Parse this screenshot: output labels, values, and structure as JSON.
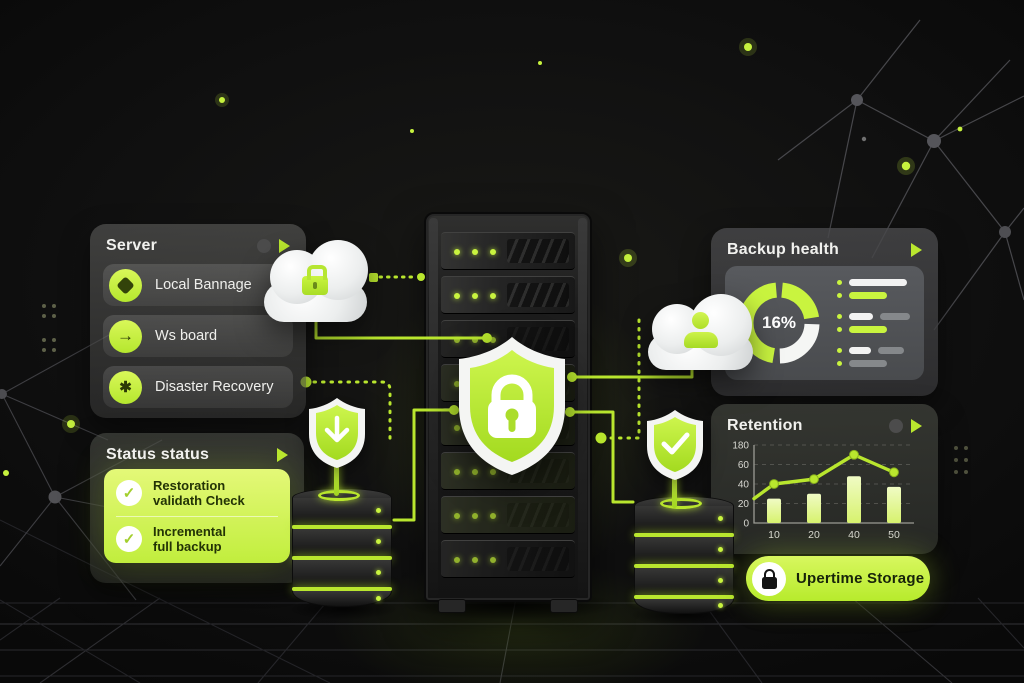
{
  "panels": {
    "server": {
      "title": "Server",
      "items": [
        {
          "icon": "diamond",
          "label": "Local Bannage"
        },
        {
          "icon": "arrow-right",
          "label": "Ws board"
        },
        {
          "icon": "asterisk",
          "label": "Disaster Recovery"
        }
      ]
    },
    "status": {
      "title": "Status status",
      "items": [
        {
          "line1": "Restoration",
          "line2": "validath Check"
        },
        {
          "line1": "Incremental",
          "line2": "full backup"
        }
      ]
    },
    "backup_health": {
      "title": "Backup health"
    },
    "retention": {
      "title": "Retention"
    },
    "storage": {
      "label": "Upertime Storage"
    }
  },
  "chart_data": [
    {
      "type": "pie",
      "title": "Backup health",
      "center_label": "16%",
      "legend_position": "right",
      "gap_percent": 3,
      "slices": [
        {
          "name": "green-top-right",
          "value": 24,
          "color": "#c9f43f"
        },
        {
          "name": "white-bottom-right",
          "value": 27,
          "color": "#f5f6f4"
        },
        {
          "name": "green-left",
          "value": 49,
          "color": "#c9f43f"
        }
      ]
    },
    {
      "type": "bar+line",
      "title": "Retention",
      "categories": [
        "10",
        "20",
        "40",
        "50"
      ],
      "ytick_labels": [
        "180",
        "60",
        "40",
        "20",
        "0"
      ],
      "ytick_values": [
        80,
        60,
        40,
        20,
        0
      ],
      "ylim": [
        0,
        80
      ],
      "grid": "dashed",
      "bar_values": [
        25,
        30,
        48,
        37
      ],
      "line": {
        "t": [
          0,
          0.125,
          0.375,
          0.625,
          0.875
        ],
        "y": [
          25,
          40,
          45,
          70,
          52
        ],
        "dots_from": 1
      }
    }
  ],
  "backup_legend": {
    "rows": [
      {
        "bars": [
          {
            "color": "white",
            "w": 58
          }
        ],
        "gap": false
      },
      {
        "bars": [
          {
            "color": "accent",
            "w": 38
          }
        ],
        "gap": false
      },
      {
        "bars": [
          {
            "color": "white",
            "w": 24
          },
          {
            "color": "gray",
            "w": 30
          }
        ],
        "gap": true
      },
      {
        "bars": [
          {
            "color": "accent",
            "w": 38
          }
        ],
        "gap": false
      },
      {
        "bars": [
          {
            "color": "white",
            "w": 22
          },
          {
            "color": "gray",
            "w": 26
          }
        ],
        "gap": true
      },
      {
        "bars": [
          {
            "color": "gray",
            "w": 38
          }
        ],
        "gap": false
      }
    ]
  },
  "rack": {
    "slot_count": 8,
    "leds_per_slot": 3
  },
  "colors": {
    "accent": "#c9f43f",
    "accent_line": "#b9e62e",
    "bar_fill": "#e2f795",
    "white": "#f2f2f2",
    "gray": "#85888b"
  }
}
